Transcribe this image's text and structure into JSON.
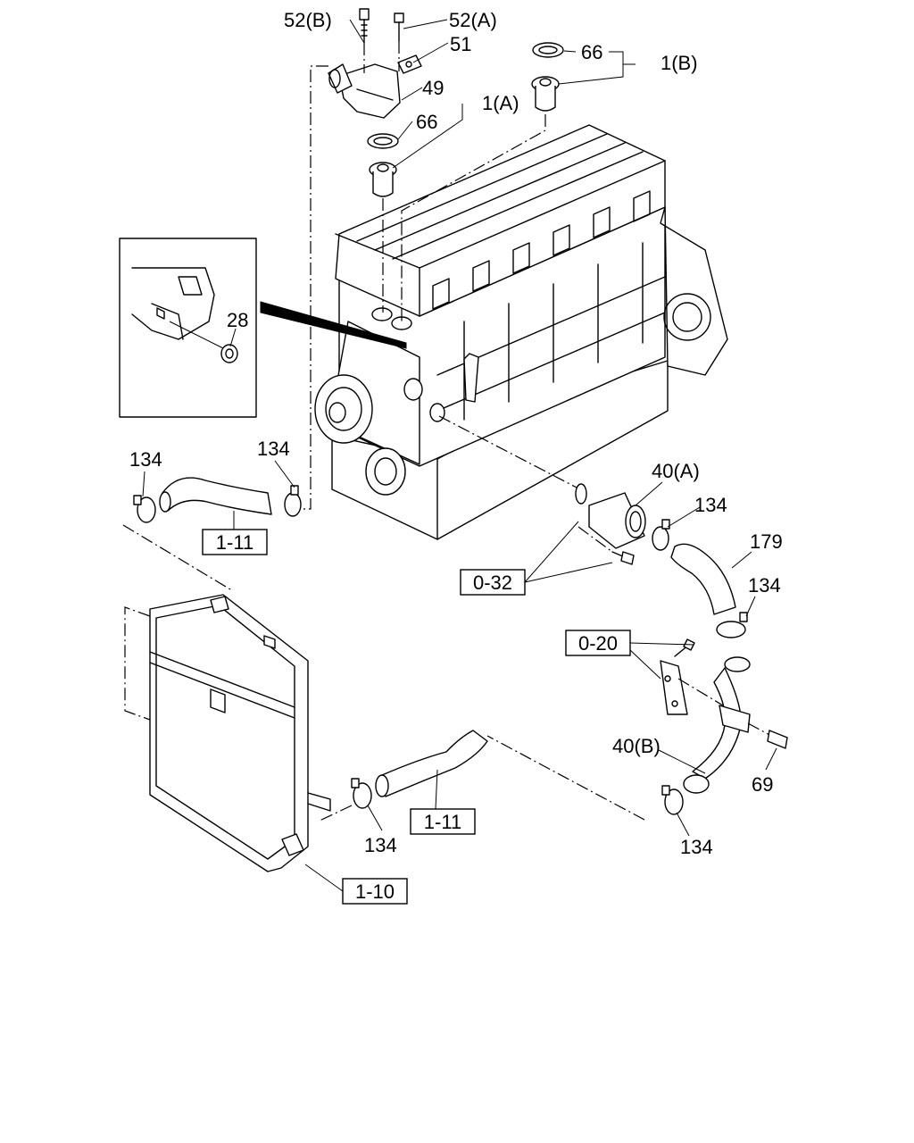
{
  "labels": {
    "l52b": "52(B)",
    "l52a": "52(A)",
    "l51": "51",
    "l66a": "66",
    "l1b": "1(B)",
    "l49": "49",
    "l1a": "1(A)",
    "l66b": "66",
    "l28": "28",
    "l134a": "134",
    "l134b": "134",
    "l40a": "40(A)",
    "l134c": "134",
    "l179": "179",
    "l134d": "134",
    "l40b": "40(B)",
    "l69": "69",
    "l134e": "134",
    "l134f": "134"
  },
  "refs": {
    "r111a": "1-11",
    "r032": "0-32",
    "r020": "0-20",
    "r111b": "1-11",
    "r110": "1-10"
  }
}
